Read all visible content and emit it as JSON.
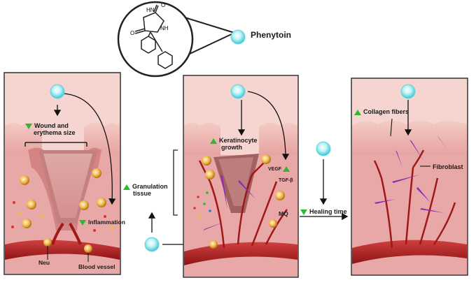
{
  "drug": {
    "name": "Phenytoin"
  },
  "panel1": {
    "wound_label": "Wound and erythema size",
    "wound_line1": "Wound and",
    "wound_line2": "erythema size",
    "inflammation": "Inflammation",
    "neu": "Neu",
    "blood_vessel": "Blood vessel"
  },
  "middle": {
    "granulation_line1": "Granulation",
    "granulation_line2": "tissue"
  },
  "panel2": {
    "keratinocyte_line1": "Keratinocyte",
    "keratinocyte_line2": "growth",
    "vegf": "VEGF",
    "tgf": "TGF-β",
    "mq": "MQ"
  },
  "healing": {
    "label": "Healing time"
  },
  "panel3": {
    "collagen": "Collagen fibers",
    "fibroblast": "Fibroblast"
  },
  "colors": {
    "green_arrow": "#2fb82f",
    "bubble": "#7fe7ee",
    "tissue": "#e8a9a9",
    "vessel": "#b32020"
  }
}
